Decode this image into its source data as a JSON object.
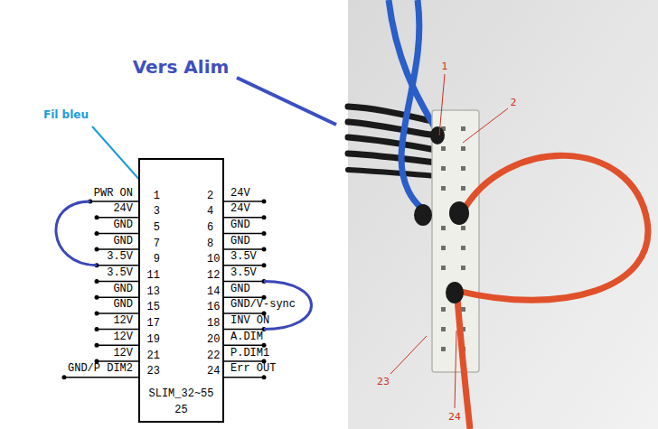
{
  "diagram": {
    "nodes": [
      {
        "text": [
          "SLIM_32~55",
          "25"
        ]
      }
    ],
    "labels": [
      "Vers Alim",
      "Fil bleu",
      "PWR ON",
      "1",
      "2",
      "24V",
      "24V",
      "3",
      "4",
      "24V",
      "GND",
      "5",
      "6",
      "GND",
      "GND",
      "7",
      "8",
      "GND",
      "3.5V",
      "9",
      "10",
      "3.5V",
      "3.5V",
      "11",
      "12",
      "3.5V",
      "GND",
      "13",
      "14",
      "GND",
      "GND",
      "15",
      "16",
      "GND/V-sync",
      "12V",
      "17",
      "18",
      "INV ON",
      "12V",
      "19",
      "20",
      "A.DIM",
      "12V",
      "21",
      "22",
      "P.DIM1",
      "GND/P DIM2",
      "23",
      "24",
      "Err OUT",
      "1",
      "2",
      "23",
      "24"
    ]
  }
}
